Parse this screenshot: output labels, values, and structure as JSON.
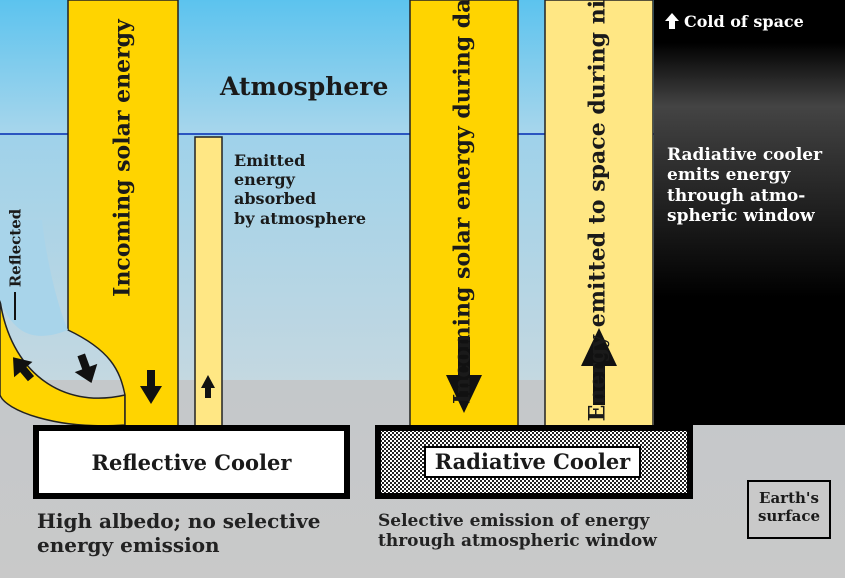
{
  "colors": {
    "sky_top": "#5cc3ee",
    "sky_bottom": "#a8d6ec",
    "ground": "#c8c8c8",
    "solar": "#ffd400",
    "emitted": "#ffe784",
    "space": "#000000"
  },
  "labels": {
    "cold_of_space": "Cold of space",
    "atmosphere": "Atmosphere",
    "reflected": "Reflected",
    "incoming_solar_left": "Incoming solar energy",
    "emitted_absorbed": "Emitted\nenergy\nabsorbed\nby atmosphere",
    "incoming_solar_daytime": "Incoming solar energy\nduring daytime",
    "emitted_nighttime": "Energy emitted to\nspace during nighttime",
    "radiative_emits": "Radiative cooler\nemits energy\nthrough atmo-\nspheric window",
    "reflective_cooler": "Reflective Cooler",
    "radiative_cooler": "Radiative Cooler",
    "reflective_caption": "High albedo; no selective\nenergy emission",
    "radiative_caption": "Selective emission of energy\nthrough atmospheric window",
    "earths_surface": "Earth's\nsurface"
  },
  "icons": {
    "up_arrow": "up-arrow-icon",
    "down_arrow": "down-arrow-icon"
  }
}
